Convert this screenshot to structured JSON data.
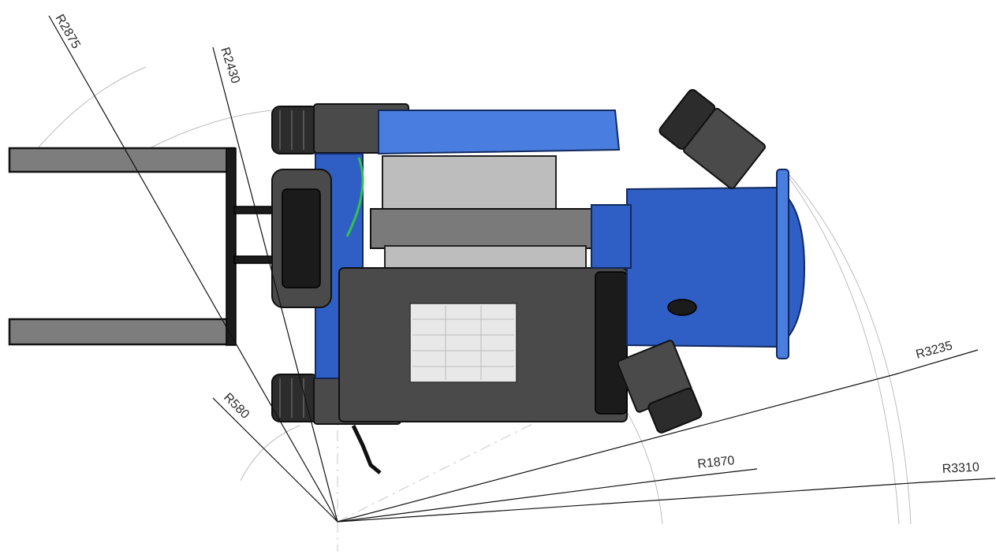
{
  "dimensions": {
    "r2875": "R2875",
    "r2430": "R2430",
    "r580": "R580",
    "r1870": "R1870",
    "r3235": "R3235",
    "r3310": "R3310"
  },
  "colors": {
    "chassis_blue": "#2f5fc4",
    "chassis_blue_light": "#4a7de0",
    "body_grey": "#4a4a4a",
    "fork_grey": "#7d7d7d",
    "dimension_line": "#111111",
    "arc_grey": "#bdbdbd"
  }
}
